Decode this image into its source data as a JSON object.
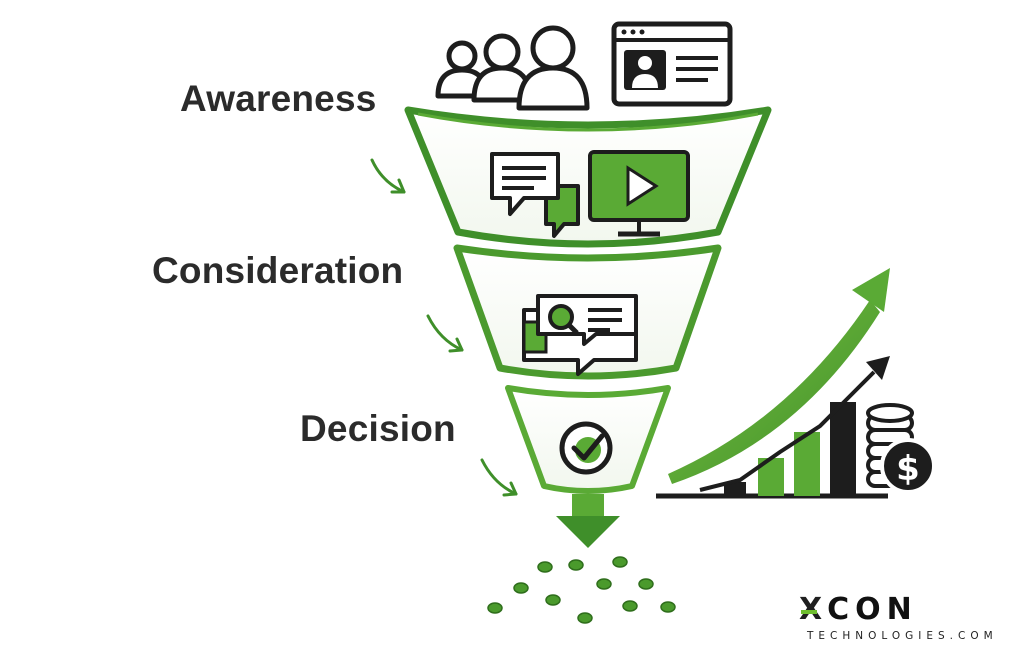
{
  "stages": {
    "awareness": "Awareness",
    "consideration": "Consideration",
    "decision": "Decision"
  },
  "brand": {
    "name_x": "X",
    "name_rest": "CON",
    "tagline": "TECHNOLOGIES.COM"
  },
  "icons": {
    "top": [
      "people-group-icon",
      "profile-card-icon"
    ],
    "awareness": [
      "chat-bubbles-icon",
      "video-monitor-icon"
    ],
    "consideration": [
      "search-review-icon"
    ],
    "decision": [
      "checkmark-badge-icon"
    ],
    "growth": [
      "bar-chart-icon",
      "growth-arrow-icon",
      "coin-stack-icon",
      "dollar-coin-icon"
    ]
  },
  "colors": {
    "green_dark": "#3f8f2a",
    "green_mid": "#5aaa35",
    "green_light": "#8cc95a",
    "ink": "#1d1d1d"
  }
}
